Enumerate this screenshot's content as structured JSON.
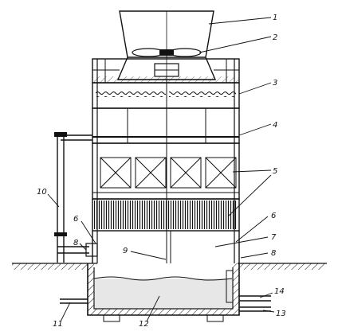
{
  "colors": {
    "ink": "#111111",
    "paper": "#ffffff",
    "water": "#cfcfcf"
  },
  "callouts": [
    {
      "id": "c1",
      "label": "1"
    },
    {
      "id": "c2",
      "label": "2"
    },
    {
      "id": "c3",
      "label": "3"
    },
    {
      "id": "c4",
      "label": "4"
    },
    {
      "id": "c5",
      "label": "5"
    },
    {
      "id": "c6a",
      "label": "6"
    },
    {
      "id": "c6b",
      "label": "6"
    },
    {
      "id": "c7",
      "label": "7"
    },
    {
      "id": "c8a",
      "label": "8"
    },
    {
      "id": "c8b",
      "label": "8"
    },
    {
      "id": "c9",
      "label": "9"
    },
    {
      "id": "c10",
      "label": "10"
    },
    {
      "id": "c11",
      "label": "11"
    },
    {
      "id": "c12",
      "label": "12"
    },
    {
      "id": "c13",
      "label": "13"
    },
    {
      "id": "c14",
      "label": "14"
    }
  ]
}
